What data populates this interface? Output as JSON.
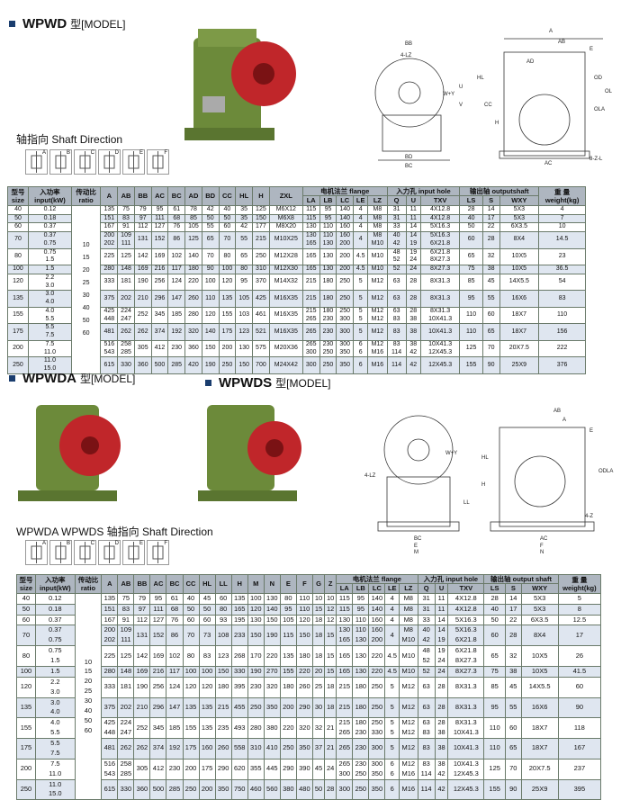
{
  "sec1": {
    "model": "WPWD",
    "suffix": "型[MODEL]",
    "shaft_title": "轴指向 Shaft Direction"
  },
  "sec2": {
    "model_a": "WPWDA",
    "model_s": "WPWDS",
    "suffix": "型[MODEL]",
    "shaft_title": "WPWDA  WPWDS 轴指向 Shaft Direction"
  },
  "shaft_letters": [
    "A",
    "B",
    "C",
    "D",
    "E",
    "F"
  ],
  "diagram1_labels": [
    "BB",
    "4-LZ",
    "A",
    "AB",
    "AD",
    "E",
    "OD",
    "OLC",
    "OLA",
    "HL",
    "CC",
    "H",
    "BD",
    "BC",
    "AC",
    "8-Z-L",
    "W+Y",
    "U",
    "V"
  ],
  "diagram2_labels": [
    "AB",
    "A",
    "E",
    "4-LZ",
    "HL",
    "H",
    "LL",
    "BC",
    "E",
    "M",
    "AC",
    "F",
    "N",
    "4-Z",
    "W+Y",
    "ODLA"
  ],
  "colors": {
    "header": "#aeb6c0",
    "alt_row": "#dfe6f0",
    "body": "#6c8a3a",
    "flange": "#c0262a"
  },
  "table1": {
    "ratio": "10\n15\n20\n25\n30\n40\n50\n60",
    "head1": [
      "型号\nsize",
      "入功率\ninput(kW)",
      "传动比\nratio",
      "A",
      "AB",
      "BB",
      "AC",
      "BC",
      "AD",
      "BD",
      "CC",
      "HL",
      "H",
      "ZXL",
      "电机法兰  flange",
      "入力孔 input hole",
      "输出轴 outputshaft",
      "重 量\nweight(kg)"
    ],
    "head2": [
      "LA",
      "LB",
      "LC",
      "LE",
      "LZ",
      "Q",
      "U",
      "TXV",
      "LS",
      "S",
      "WXY"
    ],
    "rows": [
      [
        "40",
        "0.12",
        "135",
        "75",
        "79",
        "95",
        "61",
        "78",
        "42",
        "40",
        "35",
        "125",
        "M6X12",
        "115",
        "95",
        "140",
        "4",
        "M8",
        "31",
        "11",
        "4X12.8",
        "28",
        "14",
        "5X3",
        "4"
      ],
      [
        "50",
        "0.18",
        "151",
        "83",
        "97",
        "111",
        "68",
        "85",
        "50",
        "50",
        "35",
        "150",
        "M6X8",
        "115",
        "95",
        "140",
        "4",
        "M8",
        "31",
        "11",
        "4X12.8",
        "40",
        "17",
        "5X3",
        "7"
      ],
      [
        "60",
        "0.37",
        "167",
        "91",
        "112",
        "127",
        "76",
        "105",
        "55",
        "60",
        "42",
        "177",
        "M8X20",
        "130",
        "110",
        "160",
        "4",
        "M8",
        "33",
        "14",
        "5X16.3",
        "50",
        "22",
        "6X3.5",
        "10"
      ],
      [
        "70",
        "0.37\n0.75",
        "200\n202",
        "109\n111",
        "131",
        "152",
        "86",
        "125",
        "65",
        "70",
        "55",
        "215",
        "M10X25",
        "130\n165",
        "110\n130",
        "160\n200",
        "4",
        "M8\nM10",
        "40\n42",
        "14\n19",
        "5X16.3\n6X21.8",
        "60",
        "28",
        "8X4",
        "14.5"
      ],
      [
        "80",
        "0.75\n1.5",
        "225",
        "125",
        "142",
        "169",
        "102",
        "140",
        "70",
        "80",
        "65",
        "250",
        "M12X28",
        "165",
        "130",
        "200",
        "4.5",
        "M10",
        "48\n52",
        "19\n24",
        "6X21.8\n8X27.3",
        "65",
        "32",
        "10X5",
        "23"
      ],
      [
        "100",
        "1.5",
        "280",
        "148",
        "169",
        "216",
        "117",
        "180",
        "90",
        "100",
        "80",
        "310",
        "M12X30",
        "165",
        "130",
        "200",
        "4.5",
        "M10",
        "52",
        "24",
        "8X27.3",
        "75",
        "38",
        "10X5",
        "36.5"
      ],
      [
        "120",
        "2.2\n3.0",
        "333",
        "181",
        "190",
        "256",
        "124",
        "220",
        "100",
        "120",
        "95",
        "370",
        "M14X32",
        "215",
        "180",
        "250",
        "5",
        "M12",
        "63",
        "28",
        "8X31.3",
        "85",
        "45",
        "14X5.5",
        "54"
      ],
      [
        "135",
        "3.0\n4.0",
        "375",
        "202",
        "210",
        "296",
        "147",
        "260",
        "110",
        "135",
        "105",
        "425",
        "M16X35",
        "215",
        "180",
        "250",
        "5",
        "M12",
        "63",
        "28",
        "8X31.3",
        "95",
        "55",
        "16X6",
        "83"
      ],
      [
        "155",
        "4.0\n5.5",
        "425\n448",
        "224\n247",
        "252",
        "345",
        "185",
        "280",
        "120",
        "155",
        "103",
        "461",
        "M16X35",
        "215\n265",
        "180\n230",
        "250\n300",
        "5\n5",
        "M12\nM12",
        "63\n83",
        "28\n38",
        "8X31.3\n10X41.3",
        "110",
        "60",
        "18X7",
        "110"
      ],
      [
        "175",
        "5.5\n7.5",
        "481",
        "262",
        "262",
        "374",
        "192",
        "320",
        "140",
        "175",
        "123",
        "521",
        "M16X35",
        "265",
        "230",
        "300",
        "5",
        "M12",
        "83",
        "38",
        "10X41.3",
        "110",
        "65",
        "18X7",
        "156"
      ],
      [
        "200",
        "7.5\n11.0",
        "516\n543",
        "258\n285",
        "305",
        "412",
        "230",
        "360",
        "150",
        "200",
        "130",
        "575",
        "M20X36",
        "265\n300",
        "230\n250",
        "300\n350",
        "6\n6",
        "M12\nM16",
        "83\n114",
        "38\n42",
        "10X41.3\n12X45.3",
        "125",
        "70",
        "20X7.5",
        "222"
      ],
      [
        "250",
        "11.0\n15.0",
        "615",
        "330",
        "360",
        "500",
        "285",
        "420",
        "190",
        "250",
        "150",
        "700",
        "M24X42",
        "300",
        "250",
        "350",
        "6",
        "M16",
        "114",
        "42",
        "12X45.3",
        "155",
        "90",
        "25X9",
        "376"
      ]
    ]
  },
  "table2": {
    "ratio": "10\n15\n20\n25\n30\n40\n50\n60",
    "head1": [
      "型号\nsize",
      "入功率\ninput(kW)",
      "传动比\nratio",
      "A",
      "AB",
      "BB",
      "AC",
      "BC",
      "CC",
      "HL",
      "LL",
      "H",
      "M",
      "N",
      "E",
      "F",
      "G",
      "Z",
      "电机法兰  flange",
      "入力孔 input hole",
      "输出轴 output shaft",
      "重 量\nweight(kg)"
    ],
    "head2": [
      "LA",
      "LB",
      "LC",
      "LE",
      "LZ",
      "Q",
      "U",
      "TXV",
      "LS",
      "S",
      "WXY"
    ],
    "rows": [
      [
        "40",
        "0.12",
        "135",
        "75",
        "79",
        "95",
        "61",
        "40",
        "45",
        "60",
        "135",
        "100",
        "130",
        "80",
        "110",
        "10",
        "10",
        "115",
        "95",
        "140",
        "4",
        "M8",
        "31",
        "11",
        "4X12.8",
        "28",
        "14",
        "5X3",
        "5"
      ],
      [
        "50",
        "0.18",
        "151",
        "83",
        "97",
        "111",
        "68",
        "50",
        "50",
        "80",
        "165",
        "120",
        "140",
        "95",
        "110",
        "15",
        "12",
        "115",
        "95",
        "140",
        "4",
        "M8",
        "31",
        "11",
        "4X12.8",
        "40",
        "17",
        "5X3",
        "8"
      ],
      [
        "60",
        "0.37",
        "167",
        "91",
        "112",
        "127",
        "76",
        "60",
        "60",
        "93",
        "195",
        "130",
        "150",
        "105",
        "120",
        "18",
        "12",
        "130",
        "110",
        "160",
        "4",
        "M8",
        "33",
        "14",
        "5X16.3",
        "50",
        "22",
        "6X3.5",
        "12.5"
      ],
      [
        "70",
        "0.37\n0.75",
        "200\n202",
        "109\n111",
        "131",
        "152",
        "86",
        "70",
        "73",
        "108",
        "233",
        "150",
        "190",
        "115",
        "150",
        "18",
        "15",
        "130\n165",
        "110\n130",
        "160\n200",
        "4",
        "M8\nM10",
        "40\n42",
        "14\n19",
        "5X16.3\n6X21.8",
        "60",
        "28",
        "8X4",
        "17"
      ],
      [
        "80",
        "0.75\n1.5",
        "225",
        "125",
        "142",
        "169",
        "102",
        "80",
        "83",
        "123",
        "268",
        "170",
        "220",
        "135",
        "180",
        "18",
        "15",
        "165",
        "130",
        "220",
        "4.5",
        "M10",
        "48\n52",
        "19\n24",
        "6X21.8\n8X27.3",
        "65",
        "32",
        "10X5",
        "26"
      ],
      [
        "100",
        "1.5",
        "280",
        "148",
        "169",
        "216",
        "117",
        "100",
        "100",
        "150",
        "330",
        "190",
        "270",
        "155",
        "220",
        "20",
        "15",
        "165",
        "130",
        "220",
        "4.5",
        "M10",
        "52",
        "24",
        "8X27.3",
        "75",
        "38",
        "10X5",
        "41.5"
      ],
      [
        "120",
        "2.2\n3.0",
        "333",
        "181",
        "190",
        "256",
        "124",
        "120",
        "120",
        "180",
        "395",
        "230",
        "320",
        "180",
        "260",
        "25",
        "18",
        "215",
        "180",
        "250",
        "5",
        "M12",
        "63",
        "28",
        "8X31.3",
        "85",
        "45",
        "14X5.5",
        "60"
      ],
      [
        "135",
        "3.0\n4.0",
        "375",
        "202",
        "210",
        "296",
        "147",
        "135",
        "135",
        "215",
        "455",
        "250",
        "350",
        "200",
        "290",
        "30",
        "18",
        "215",
        "180",
        "250",
        "5",
        "M12",
        "63",
        "28",
        "8X31.3",
        "95",
        "55",
        "16X6",
        "90"
      ],
      [
        "155",
        "4.0\n5.5",
        "425\n448",
        "224\n247",
        "252",
        "345",
        "185",
        "155",
        "135",
        "235",
        "493",
        "280",
        "380",
        "220",
        "320",
        "32",
        "21",
        "215\n265",
        "180\n230",
        "250\n330",
        "5\n5",
        "M12\nM12",
        "63\n83",
        "28\n38",
        "8X31.3\n10X41.3",
        "110",
        "60",
        "18X7",
        "118"
      ],
      [
        "175",
        "5.5\n7.5",
        "481",
        "262",
        "262",
        "374",
        "192",
        "175",
        "160",
        "260",
        "558",
        "310",
        "410",
        "250",
        "350",
        "37",
        "21",
        "265",
        "230",
        "300",
        "5",
        "M12",
        "83",
        "38",
        "10X41.3",
        "110",
        "65",
        "18X7",
        "167"
      ],
      [
        "200",
        "7.5\n11.0",
        "516\n543",
        "258\n285",
        "305",
        "412",
        "230",
        "200",
        "175",
        "290",
        "620",
        "355",
        "445",
        "290",
        "390",
        "45",
        "24",
        "265\n300",
        "230\n250",
        "300\n350",
        "6\n6",
        "M12\nM16",
        "83\n114",
        "38\n42",
        "10X41.3\n12X45.3",
        "125",
        "70",
        "20X7.5",
        "237"
      ],
      [
        "250",
        "11.0\n15.0",
        "615",
        "330",
        "360",
        "500",
        "285",
        "250",
        "200",
        "350",
        "750",
        "460",
        "560",
        "380",
        "480",
        "50",
        "28",
        "300",
        "250",
        "350",
        "6",
        "M16",
        "114",
        "42",
        "12X45.3",
        "155",
        "90",
        "25X9",
        "395"
      ]
    ]
  }
}
